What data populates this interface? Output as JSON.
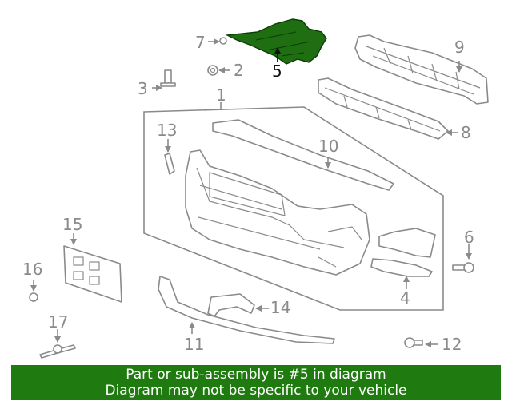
{
  "diagram": {
    "highlight_color": "#1f6e12",
    "line_color": "#8a8a8a",
    "callouts": [
      "1",
      "2",
      "3",
      "4",
      "5",
      "6",
      "7",
      "8",
      "9",
      "10",
      "11",
      "12",
      "13",
      "14",
      "15",
      "16",
      "17"
    ],
    "highlighted_part": "5"
  },
  "banner": {
    "line1": "Part or sub-assembly is #5 in diagram",
    "line2": "Diagram may not be specific to your vehicle",
    "background": "#1f7a10"
  }
}
